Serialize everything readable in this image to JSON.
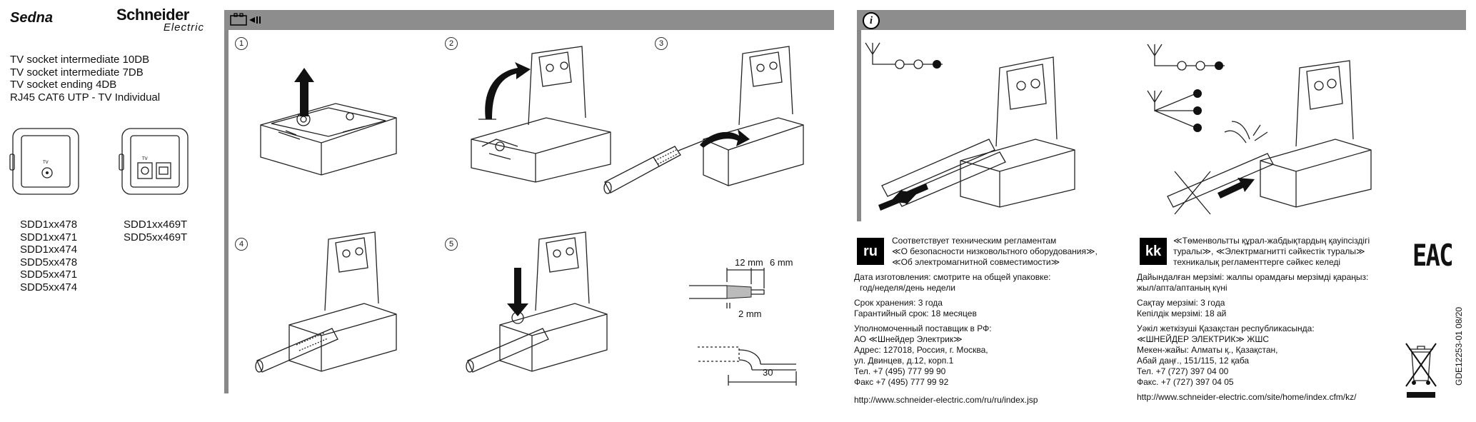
{
  "brand": "Sedna",
  "logo": {
    "line1": "Schneider",
    "line2": "Electric"
  },
  "products": [
    "TV socket intermediate 10DB",
    "TV socket intermediate 7DB",
    "TV socket ending 4DB",
    "RJ45 CAT6 UTP - TV Individual"
  ],
  "references_left": [
    "SDD1xx478",
    "SDD1xx471",
    "SDD1xx474",
    "SDD5xx478",
    "SDD5xx471",
    "SDD5xx474"
  ],
  "references_right": [
    "SDD1xx469T",
    "SDD5xx469T"
  ],
  "device_labels": {
    "tv": "TV"
  },
  "steps": [
    "1",
    "2",
    "3",
    "4",
    "5"
  ],
  "dimensions": {
    "d1": "12 mm",
    "d2": "6 mm",
    "d3": "2 mm",
    "d4": "30"
  },
  "info_icon": "i",
  "ru": {
    "code": "ru",
    "header": [
      "Соответствует техническим регламентам",
      "≪О безопасности низковольтного оборудования≫,",
      "≪Об электромагнитной совместимости≫"
    ],
    "date_line1": "Дата изготовления: смотрите на общей упаковке:",
    "date_line2": "год/неделя/день недели",
    "storage": "Срок хранения: 3 года",
    "warranty": "Гарантийный срок: 18 месяцев",
    "supplier": [
      "Уполномоченный поставщик в РФ:",
      "АО ≪Шнейдер Электрик≫",
      "Адрес: 127018, Россия, г. Москва,",
      "ул. Двинцев, д.12, корп.1",
      "Тел.  +7 (495) 777 99 90",
      "Факс +7 (495) 777 99 92"
    ],
    "url": "http://www.schneider-electric.com/ru/ru/index.jsp"
  },
  "kk": {
    "code": "kk",
    "header": [
      "≪Төменвольтты құрал-жабдықтардың қауіпсіздігі",
      "туралы≫, ≪Электрмагнитті сәйкестік туралы≫",
      "техникалық регламенттерге  сәйкес келеді"
    ],
    "date_line1": "Дайындалған мерзімі: жалпы орамдағы мерзімді қараңыз:",
    "date_line2": "жыл/апта/аптаның күні",
    "storage": "Сақтау мерзімі: 3 года",
    "warranty": "Кепілдік мерзімі: 18 ай",
    "supplier": [
      "Уәкіл жеткізуші Қазақстан республикасында:",
      "≪ШНЕЙДЕР ЭЛЕКТРИК≫ ЖШС",
      "Мекен-жайы: Алматы қ., Қазақстан,",
      "Абай даңғ., 151/115, 12 қаба",
      "Тел. +7 (727) 397 04 00",
      "Факс. +7 (727) 397 04 05"
    ],
    "url": "http://www.schneider-electric.com/site/home/index.cfm/kz/"
  },
  "eac_mark": "EAC",
  "doc_code": "GDE12253-01 08/20"
}
